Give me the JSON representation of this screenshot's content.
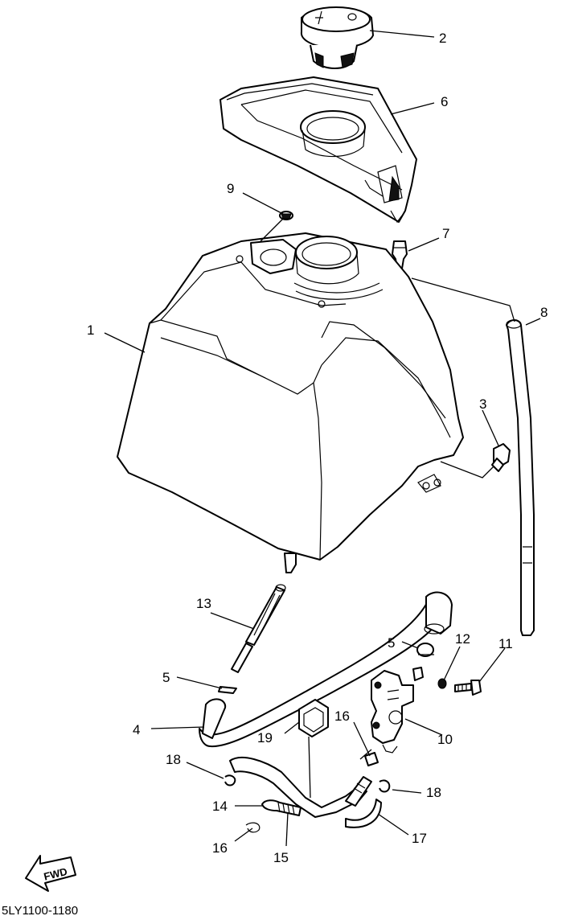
{
  "diagram": {
    "drawing_code": "5LY1100-1180",
    "fwd_label": "FWD",
    "callouts": [
      {
        "id": "c1",
        "label": "1"
      },
      {
        "id": "c2",
        "label": "2"
      },
      {
        "id": "c3",
        "label": "3"
      },
      {
        "id": "c4",
        "label": "4"
      },
      {
        "id": "c5a",
        "label": "5"
      },
      {
        "id": "c5b",
        "label": "5"
      },
      {
        "id": "c6",
        "label": "6"
      },
      {
        "id": "c7",
        "label": "7"
      },
      {
        "id": "c8",
        "label": "8"
      },
      {
        "id": "c9",
        "label": "9"
      },
      {
        "id": "c10",
        "label": "10"
      },
      {
        "id": "c11",
        "label": "11"
      },
      {
        "id": "c12",
        "label": "12"
      },
      {
        "id": "c13",
        "label": "13"
      },
      {
        "id": "c14",
        "label": "14"
      },
      {
        "id": "c15",
        "label": "15"
      },
      {
        "id": "c16a",
        "label": "16"
      },
      {
        "id": "c16b",
        "label": "16"
      },
      {
        "id": "c17",
        "label": "17"
      },
      {
        "id": "c18a",
        "label": "18"
      },
      {
        "id": "c18b",
        "label": "18"
      },
      {
        "id": "c19",
        "label": "19"
      }
    ]
  }
}
